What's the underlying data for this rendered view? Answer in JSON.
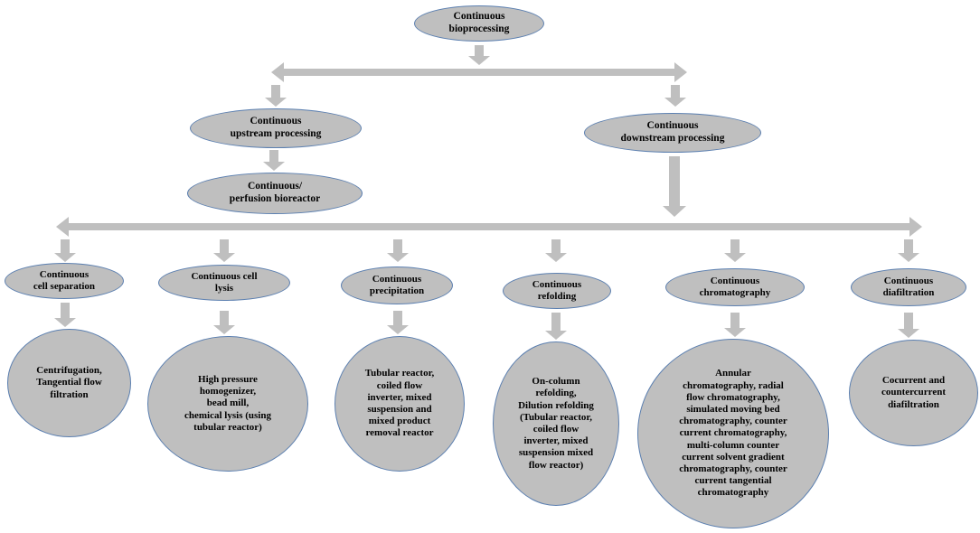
{
  "colors": {
    "node_fill": "#bfbfbf",
    "node_border": "#5b7fb0",
    "arrow": "#bfbfbf",
    "text": "#000000"
  },
  "nodes": {
    "root": "Continuous\nbioprocessing",
    "upstream": "Continuous\nupstream processing",
    "downstream": "Continuous\ndownstream processing",
    "perfusion": "Continuous/\nperfusion  bioreactor",
    "cell_separation": "Continuous\ncell separation",
    "cell_lysis": "Continuous cell\nlysis",
    "precipitation": "Continuous\nprecipitation",
    "refolding": "Continuous\nrefolding",
    "chromatography": "Continuous\nchromatography",
    "diafiltration": "Continuous\ndiafiltration"
  },
  "details": {
    "cell_separation": "Centrifugation,\nTangential flow\nfiltration",
    "cell_lysis": "High pressure\nhomogenizer,\nbead mill,\nchemical lysis (using\ntubular reactor)",
    "precipitation": "Tubular reactor,\ncoiled flow\ninverter, mixed\nsuspension and\nmixed product\nremoval reactor",
    "refolding": "On-column\nrefolding,\nDilution refolding\n(Tubular reactor,\ncoiled flow\ninverter, mixed\nsuspension mixed\nflow reactor)",
    "chromatography": "Annular\nchromatography, radial\nflow chromatography,\nsimulated moving bed\nchromatography, counter\ncurrent chromatography,\nmulti-column  counter\ncurrent solvent gradient\nchromatography, counter\ncurrent tangential\nchromatography",
    "diafiltration": "Cocurrent and\ncountercurrent\ndiafiltration"
  }
}
